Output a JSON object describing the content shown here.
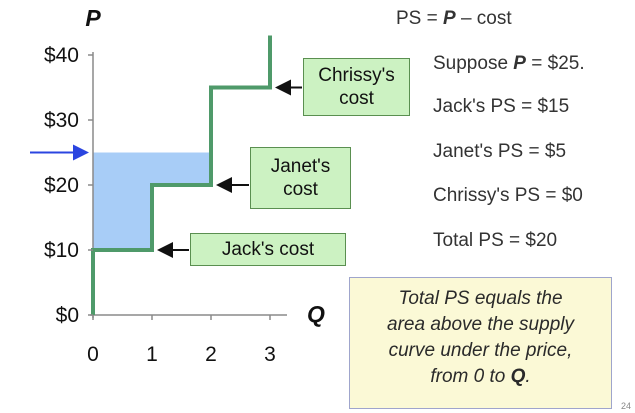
{
  "chart_data": {
    "type": "line",
    "title": "",
    "xlabel": "Q",
    "ylabel": "P",
    "xlim": [
      0,
      3
    ],
    "ylim": [
      0,
      40
    ],
    "x_ticks": [
      "0",
      "1",
      "2",
      "3"
    ],
    "y_ticks": [
      "$0",
      "$10",
      "$20",
      "$30",
      "$40"
    ],
    "supply_curve": {
      "x": [
        0,
        0,
        1,
        1,
        2,
        2,
        3,
        3
      ],
      "y": [
        0,
        10,
        10,
        20,
        20,
        35,
        35,
        43
      ]
    },
    "price": 25,
    "shaded_area": {
      "from_q": 0,
      "to_q": 2,
      "price": 25
    },
    "annotations": [
      {
        "text": "Jack's cost",
        "q": 1,
        "p": 10
      },
      {
        "text": "Janet's cost",
        "q": 2,
        "p": 20
      },
      {
        "text": "Chrissy's cost",
        "q": 3,
        "p": 35
      }
    ],
    "colors": {
      "supply": "#4f9a6a",
      "shade": "#a8cdf7",
      "price_arrow": "#2b45e0"
    }
  },
  "labels": {
    "jack_cost": "Jack's cost",
    "janet_cost_line1": "Janet's",
    "janet_cost_line2": "cost",
    "chrissy_cost_line1": "Chrissy's",
    "chrissy_cost_line2": "cost"
  },
  "notes": {
    "formula_prefix": "PS = ",
    "formula_p": "P",
    "formula_suffix": " – cost",
    "suppose_prefix": "Suppose ",
    "suppose_p": "P",
    "suppose_suffix": " = $25.",
    "jack_ps": "Jack's PS = $15",
    "janet_ps": "Janet's PS = $5",
    "chrissy_ps": "Chrissy's PS = $0",
    "total_ps": "Total PS = $20"
  },
  "summary": {
    "line1": "Total PS equals the",
    "line2": "area above the supply",
    "line3": "curve under the price,",
    "line4_prefix": "from 0 to ",
    "line4_q": "Q",
    "line4_suffix": "."
  },
  "page_number": "24"
}
